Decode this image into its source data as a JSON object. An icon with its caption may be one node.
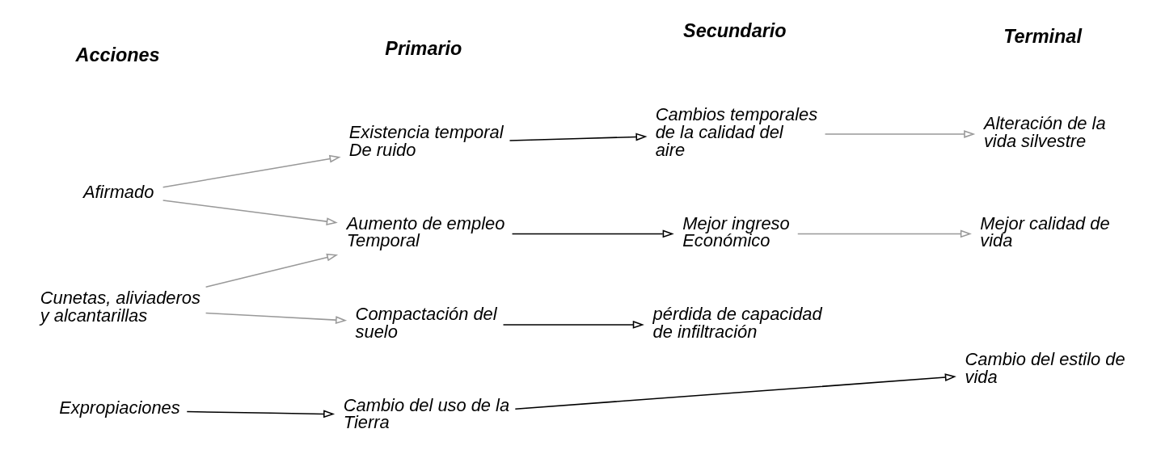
{
  "diagram": {
    "nodes": [
      {
        "text": [
          "Afirmado"
        ]
      },
      {
        "text": [
          "Cunetas, aliviaderos y alcantarillas"
        ]
      },
      {
        "text": [
          "Expropiaciones"
        ]
      },
      {
        "text": [
          "Existencia temporal De ruido"
        ]
      },
      {
        "text": [
          "Aumento de empleo Temporal"
        ]
      },
      {
        "text": [
          "Compactación del suelo"
        ]
      },
      {
        "text": [
          "Cambio del uso de la Tierra"
        ]
      },
      {
        "text": [
          "Cambios temporales de la calidad del aire"
        ]
      },
      {
        "text": [
          "Mejor ingreso Económico"
        ]
      },
      {
        "text": [
          "pérdida de capacidad de infiltración"
        ]
      },
      {
        "text": [
          "Alteración de la vida silvestre"
        ]
      },
      {
        "text": [
          "Mejor calidad de vida"
        ]
      },
      {
        "text": [
          "Cambio del estilo de vida"
        ]
      }
    ],
    "edges": [
      {
        "from": 0,
        "to": 3,
        "arrow": "to"
      },
      {
        "from": 0,
        "to": 4,
        "arrow": "to"
      },
      {
        "from": 1,
        "to": 4,
        "arrow": "to"
      },
      {
        "from": 1,
        "to": 5,
        "arrow": "to"
      },
      {
        "from": 2,
        "to": 6,
        "arrow": "to",
        "color": "#000000"
      },
      {
        "from": 3,
        "to": 7,
        "arrow": "to",
        "color": "#000000"
      },
      {
        "from": 4,
        "to": 8,
        "arrow": "to",
        "color": "#000000"
      },
      {
        "from": 5,
        "to": 9,
        "arrow": "to",
        "color": "#000000"
      },
      {
        "from": 6,
        "to": 12,
        "arrow": "to",
        "color": "#000000"
      },
      {
        "from": 7,
        "to": 10,
        "arrow": "to"
      },
      {
        "from": 8,
        "to": 11,
        "arrow": "to"
      }
    ],
    "labels": [
      "Acciones",
      "Primario",
      "Secundario",
      "Terminal"
    ]
  }
}
